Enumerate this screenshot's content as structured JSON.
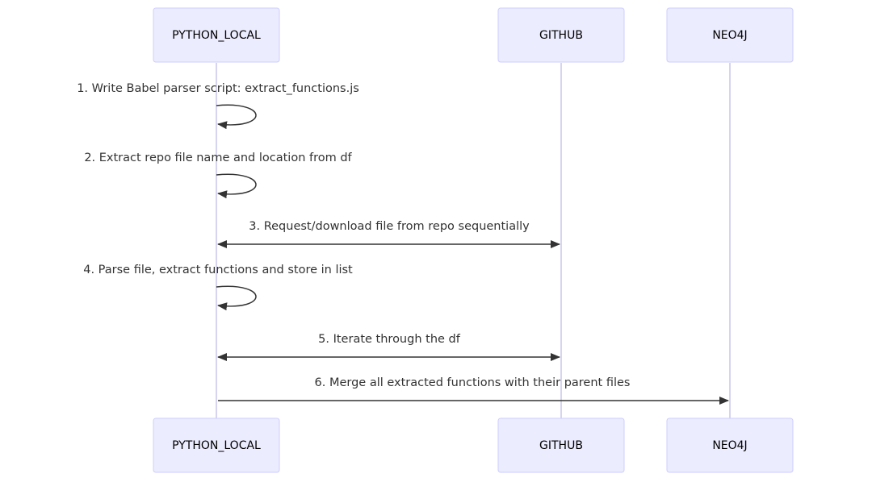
{
  "participants": [
    {
      "id": "python_local",
      "label": "PYTHON_LOCAL"
    },
    {
      "id": "github",
      "label": "GITHUB"
    },
    {
      "id": "neo4j",
      "label": "NEO4J"
    }
  ],
  "messages": [
    {
      "id": "m1",
      "label": "1. Write Babel parser script: extract_functions.js",
      "from": "python_local",
      "to": "python_local",
      "arrow": "self"
    },
    {
      "id": "m2",
      "label": "2. Extract repo file name and location from df",
      "from": "python_local",
      "to": "python_local",
      "arrow": "self"
    },
    {
      "id": "m3",
      "label": "3. Request/download file from repo sequentially",
      "from": "python_local",
      "to": "github",
      "arrow": "both"
    },
    {
      "id": "m4",
      "label": "4. Parse file, extract functions and store in list",
      "from": "python_local",
      "to": "python_local",
      "arrow": "self"
    },
    {
      "id": "m5",
      "label": "5. Iterate through the df",
      "from": "python_local",
      "to": "github",
      "arrow": "both"
    },
    {
      "id": "m6",
      "label": "6. Merge all extracted functions with their parent files",
      "from": "python_local",
      "to": "neo4j",
      "arrow": "forward"
    }
  ],
  "colors": {
    "actor_fill": "#ECECFF",
    "actor_border": "#CCCCFF",
    "lifeline": "#D5D5F0",
    "message_line": "#333333",
    "message_text": "#333333"
  }
}
